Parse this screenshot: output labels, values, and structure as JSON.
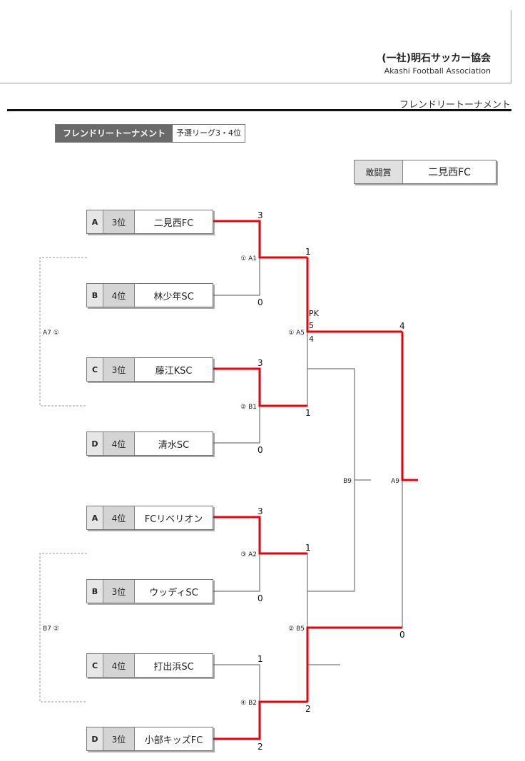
{
  "header": {
    "org_name": "(一社)明石サッカー協会",
    "org_name_en": "Akashi Football Association",
    "page_subtitle": "フレンドリートーナメント"
  },
  "title": {
    "main": "フレンドリートーナメント",
    "sub": "予選リーグ3・4位"
  },
  "award": {
    "label": "敢闘賞",
    "value": "二見西FC"
  },
  "teams": [
    {
      "group": "A",
      "rank": "3位",
      "name": "二見西FC"
    },
    {
      "group": "B",
      "rank": "4位",
      "name": "林少年SC"
    },
    {
      "group": "C",
      "rank": "3位",
      "name": "藤江KSC"
    },
    {
      "group": "D",
      "rank": "4位",
      "name": "清水SC"
    },
    {
      "group": "A",
      "rank": "4位",
      "name": "FCリベリオン"
    },
    {
      "group": "B",
      "rank": "3位",
      "name": "ウッディSC"
    },
    {
      "group": "C",
      "rank": "4位",
      "name": "打出浜SC"
    },
    {
      "group": "D",
      "rank": "3位",
      "name": "小部キッズFC"
    }
  ],
  "matches": [
    {
      "label": "① A1",
      "top_score": "3",
      "bottom_score": "0",
      "winner": "top"
    },
    {
      "label": "② B1",
      "top_score": "3",
      "bottom_score": "0",
      "winner": "top"
    },
    {
      "label": "③ A2",
      "top_score": "3",
      "bottom_score": "0",
      "winner": "top"
    },
    {
      "label": "④ B2",
      "top_score": "1",
      "bottom_score": "2",
      "winner": "bottom"
    },
    {
      "label": "① A5",
      "top_score": "1",
      "bottom_score": "1",
      "pk_label": "PK",
      "pk_top": "5",
      "pk_bottom": "4",
      "winner": "top"
    },
    {
      "label": "② B5",
      "top_score": "1",
      "bottom_score": "2",
      "winner": "bottom"
    },
    {
      "label": "B9"
    },
    {
      "label": "A9",
      "top_score": "4",
      "bottom_score": "0",
      "winner": "top"
    }
  ],
  "consolation": [
    {
      "label": "A7 ①"
    },
    {
      "label": "B7 ②"
    }
  ],
  "colors": {
    "win_line": "#e8000b",
    "line": "#555555",
    "dashed": "#999999"
  }
}
